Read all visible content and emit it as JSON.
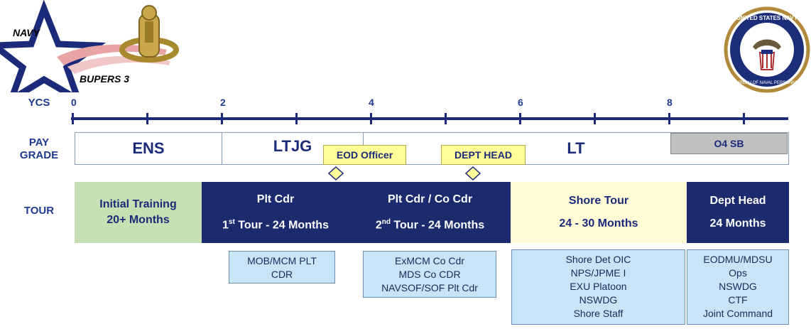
{
  "logo_left": {
    "line1": "NAVY",
    "line2": "BUPERS 3"
  },
  "seal": {
    "text_top": "UNITED STATES NAVY",
    "text_bottom": "BUREAU OF NAVAL PERSONNEL"
  },
  "rows": {
    "ycs": "YCS",
    "pay_grade_line1": "PAY",
    "pay_grade_line2": "GRADE",
    "tour": "TOUR"
  },
  "ticks": [
    "0",
    "2",
    "4",
    "6",
    "8"
  ],
  "grades": {
    "ens": "ENS",
    "ltjg": "LTJG",
    "lt": "LT",
    "o4": "O4 SB"
  },
  "callouts": {
    "eod": "EOD Officer",
    "dept": "DEPT HEAD"
  },
  "tours": {
    "initial": {
      "line1": "Initial Training",
      "line2": "20+ Months"
    },
    "plt": {
      "line1": "Plt Cdr",
      "line2_pre": "1",
      "line2_sup": "st",
      "line2_post": " Tour - 24 Months"
    },
    "co": {
      "line1": "Plt Cdr / Co Cdr",
      "line2_pre": "2",
      "line2_sup": "nd",
      "line2_post": " Tour - 24 Months"
    },
    "shore": {
      "line1": "Shore Tour",
      "line2": "24 - 30 Months"
    },
    "dept": {
      "line1": "Dept Head",
      "line2": "24 Months"
    }
  },
  "details": {
    "plt": [
      "MOB/MCM PLT",
      "CDR"
    ],
    "co": [
      "ExMCM Co Cdr",
      "MDS Co CDR",
      "NAVSOF/SOF Plt Cdr"
    ],
    "shore": [
      "Shore Det OIC",
      "NPS/JPME I",
      "EXU Platoon",
      "NSWDG",
      "Shore Staff"
    ],
    "dept": [
      "EODMU/MDSU",
      "Ops",
      "NSWDG",
      "CTF",
      "Joint Command"
    ]
  },
  "colors": {
    "navy": "#1c2a7a",
    "tour_green": "#c6e0b4",
    "tour_yellow": "#fffcd6",
    "callout_yellow": "#ffff99",
    "detail_blue": "#c8e4f7",
    "o4_grey": "#c0c0c0"
  }
}
